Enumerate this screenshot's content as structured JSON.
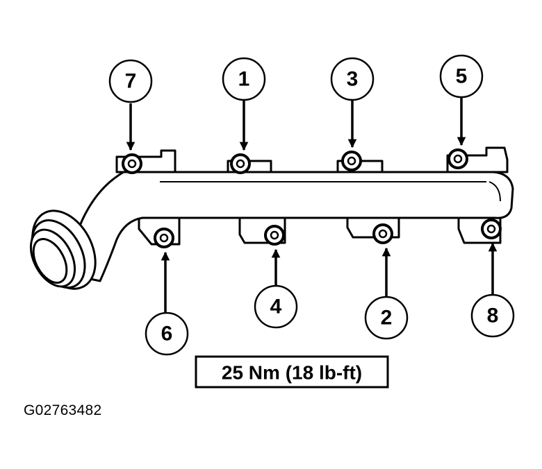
{
  "torque_spec": "25 Nm (18 lb-ft)",
  "figure_id": "G02763482",
  "callouts": {
    "c1": "1",
    "c2": "2",
    "c3": "3",
    "c4": "4",
    "c5": "5",
    "c6": "6",
    "c7": "7",
    "c8": "8"
  },
  "colors": {
    "ink": "#000000",
    "paper": "#ffffff"
  }
}
